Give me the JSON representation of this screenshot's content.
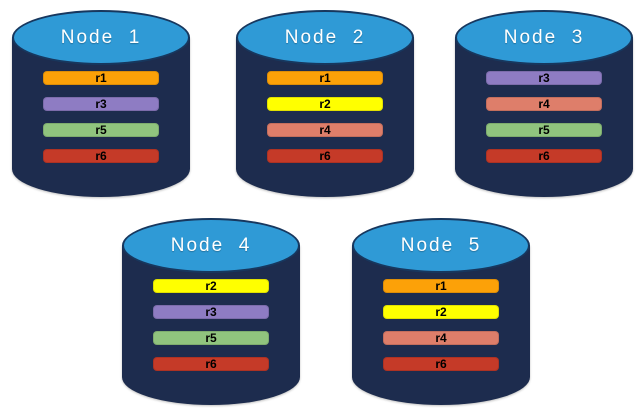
{
  "diagram": {
    "description": "Five database node cylinders showing replica placement",
    "colors": {
      "cylinder_body": "#1D2C4E",
      "cylinder_top_fill": "#2F9AD6",
      "cylinder_top_border": "#17375E",
      "bar_text": "#000000",
      "title_text": "#FFFFFF",
      "replicas": {
        "r1": "#FCA108",
        "r2": "#FFFF00",
        "r3": "#8E7CC3",
        "r4": "#DE7E6A",
        "r5": "#90C47E",
        "r6": "#C53A28"
      }
    },
    "nodes": [
      {
        "label": "Node  1",
        "replicas": [
          "r1",
          "r3",
          "r5",
          "r6"
        ]
      },
      {
        "label": "Node  2",
        "replicas": [
          "r1",
          "r2",
          "r4",
          "r6"
        ]
      },
      {
        "label": "Node  3",
        "replicas": [
          "r3",
          "r4",
          "r5",
          "r6"
        ]
      },
      {
        "label": "Node  4",
        "replicas": [
          "r2",
          "r3",
          "r5",
          "r6"
        ]
      },
      {
        "label": "Node  5",
        "replicas": [
          "r1",
          "r2",
          "r4",
          "r6"
        ]
      }
    ]
  }
}
